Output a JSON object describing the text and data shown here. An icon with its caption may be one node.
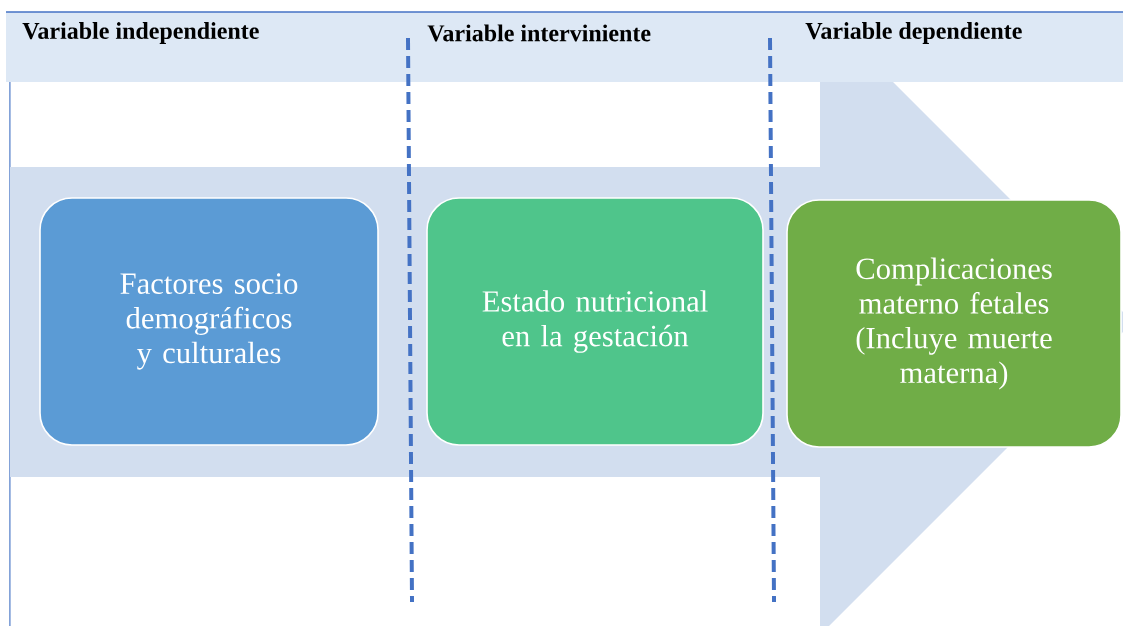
{
  "diagram": {
    "nodes": [
      {
        "text": [
          "Factores socio demográficos y culturales"
        ]
      },
      {
        "text": [
          "Estado nutricional en la gestación"
        ]
      },
      {
        "text": [
          "Complicaciones materno fetales (Incluye muerte materna)"
        ]
      }
    ],
    "edges": [
      {
        "from": 0,
        "to": 2,
        "arrow": "to"
      }
    ],
    "labels": [
      "Variable independiente",
      "Variable interviniente",
      "Variable dependiente"
    ]
  }
}
